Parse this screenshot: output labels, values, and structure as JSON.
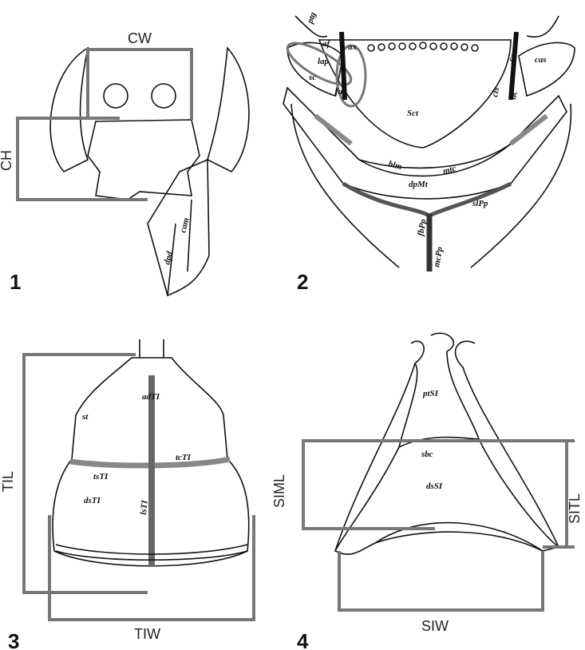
{
  "panels": {
    "p1": {
      "number": "1",
      "measures": {
        "cw": "CW",
        "ch": "CH"
      },
      "labels": {
        "cam": "cam",
        "dpd": "dpd"
      }
    },
    "p2": {
      "number": "2",
      "labels": {
        "ptg": "ptg",
        "af": "af",
        "ax": "ax",
        "lap": "lap",
        "sc": "sc",
        "fa": "fa",
        "sct": "Sct",
        "cax": "cax",
        "cas": "cas",
        "cls": "cls",
        "lic": "lic",
        "blm": "blm",
        "mtc": "mtc",
        "dpmt": "dpMt",
        "slpp": "slPp",
        "fbpp": "fbPp",
        "mcpp": "mcPp"
      }
    },
    "p3": {
      "number": "3",
      "measures": {
        "til": "TIL",
        "tiw": "TIW"
      },
      "labels": {
        "adti": "adTI",
        "st": "st",
        "tcti": "tcTI",
        "tsti": "tsTI",
        "dsti": "dsTI",
        "lsti": "lsTI"
      }
    },
    "p4": {
      "number": "4",
      "measures": {
        "siml": "SIML",
        "sitl": "SITL",
        "siw": "SIW"
      },
      "labels": {
        "ptsi": "ptSI",
        "sbc": "sbc",
        "dssi": "dsSI"
      }
    }
  }
}
